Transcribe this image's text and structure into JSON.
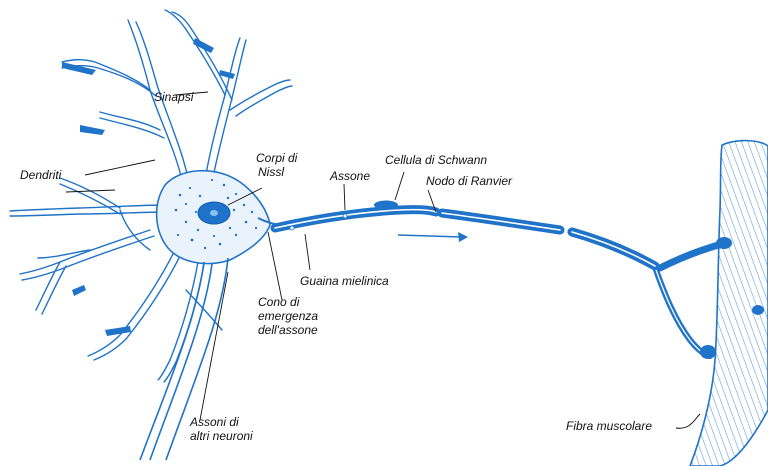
{
  "colors": {
    "nerve": "#1f73c9",
    "nerve_dark": "#0f5fb3",
    "ink": "#111111",
    "light": "#d8eafa"
  },
  "labels": {
    "sinapsi": "Sinapsi",
    "dendriti": "Dendriti",
    "corpi_nissl_1": "Corpi di",
    "corpi_nissl_2": "Nissl",
    "assone": "Assone",
    "cellula_schwann": "Cellula di Schwann",
    "nodo_ranvier": "Nodo di Ranvier",
    "guaina": "Guaina mielinica",
    "cono_1": "Cono di",
    "cono_2": "emergenza",
    "cono_3": "dell'assone",
    "assoni_altri_1": "Assoni di",
    "assoni_altri_2": "altri neuroni",
    "fibra": "Fibra muscolare"
  }
}
